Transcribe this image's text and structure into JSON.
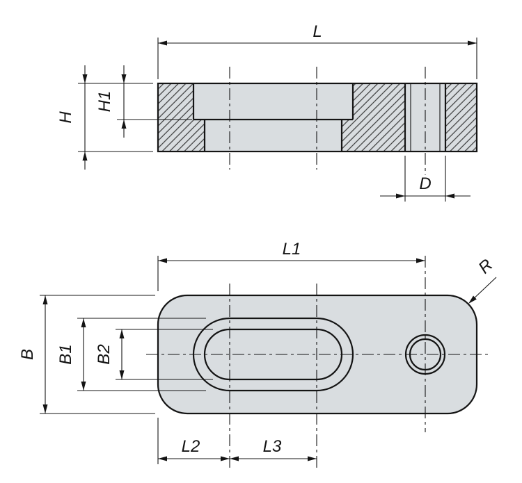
{
  "drawing": {
    "kind": "technical-drawing",
    "labels": {
      "L": "L",
      "H": "H",
      "H1": "H1",
      "D": "D",
      "L1": "L1",
      "R": "R",
      "B": "B",
      "B1": "B1",
      "B2": "B2",
      "L2": "L2",
      "L3": "L3"
    },
    "colors": {
      "part_fill": "#d9dde0",
      "line": "#141414",
      "background": "#ffffff"
    }
  }
}
